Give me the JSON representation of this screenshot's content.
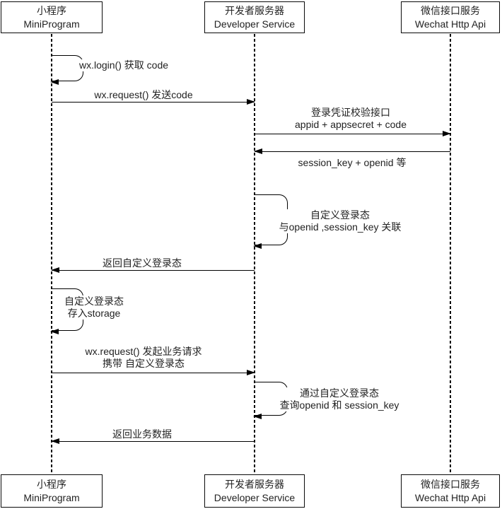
{
  "diagram": {
    "type": "sequence",
    "colors": {
      "background": "#ffffff",
      "line": "#000000",
      "text": "#222222",
      "actor_fill": "#ffffff",
      "actor_border": "#0a0a0a"
    },
    "actors": [
      {
        "name_zh": "小程序",
        "name_en": "MiniProgram"
      },
      {
        "name_zh": "开发者服务器",
        "name_en": "Developer Service"
      },
      {
        "name_zh": "微信接口服务",
        "name_en": "Wechat Http Api"
      }
    ],
    "messages": [
      {
        "type": "self",
        "from": "MiniProgram",
        "to": "MiniProgram",
        "lines": [
          "wx.login() 获取 code"
        ]
      },
      {
        "type": "arrow",
        "from": "MiniProgram",
        "to": "Developer Service",
        "lines": [
          "wx.request() 发送code"
        ]
      },
      {
        "type": "arrow",
        "from": "Developer Service",
        "to": "Wechat Http Api",
        "lines": [
          "登录凭证校验接口",
          "appid + appsecret + code"
        ]
      },
      {
        "type": "arrow",
        "from": "Wechat Http Api",
        "to": "Developer Service",
        "lines": [
          "session_key + openid 等"
        ]
      },
      {
        "type": "self",
        "from": "Developer Service",
        "to": "Developer Service",
        "lines": [
          "自定义登录态",
          "与openid ,session_key 关联"
        ]
      },
      {
        "type": "arrow",
        "from": "Developer Service",
        "to": "MiniProgram",
        "lines": [
          "返回自定义登录态"
        ]
      },
      {
        "type": "self",
        "from": "MiniProgram",
        "to": "MiniProgram",
        "lines": [
          "自定义登录态",
          "存入storage"
        ]
      },
      {
        "type": "arrow",
        "from": "MiniProgram",
        "to": "Developer Service",
        "lines": [
          "wx.request() 发起业务请求",
          "携带 自定义登录态"
        ]
      },
      {
        "type": "self",
        "from": "Developer Service",
        "to": "Developer Service",
        "lines": [
          "通过自定义登录态",
          "查询openid 和 session_key"
        ]
      },
      {
        "type": "arrow",
        "from": "Developer Service",
        "to": "MiniProgram",
        "lines": [
          "返回业务数据"
        ]
      }
    ]
  }
}
